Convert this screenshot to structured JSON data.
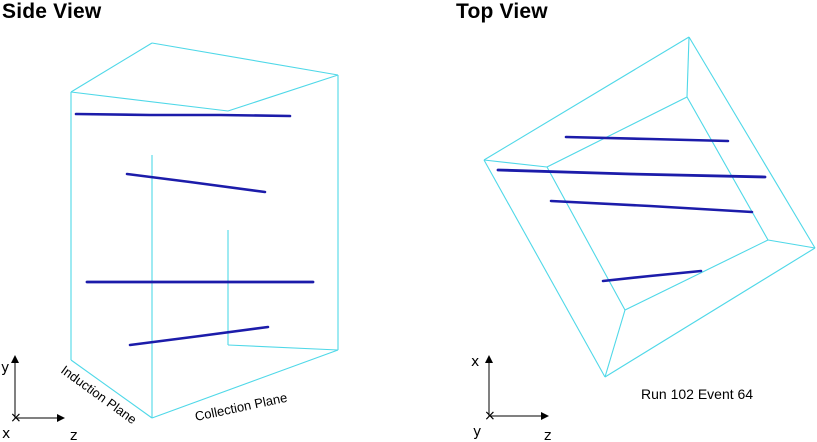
{
  "titles": {
    "side": "Side View",
    "top": "Top View"
  },
  "side_axes": {
    "vertical": "y",
    "horizontal": "z",
    "out": "x"
  },
  "top_axes": {
    "vertical": "x",
    "horizontal": "z",
    "out": "y"
  },
  "planes": {
    "induction": "Induction Plane",
    "collection": "Collection Plane"
  },
  "run_info": "Run 102 Event 64",
  "colors": {
    "wireframe": "#4fd8e8",
    "track": "#1c1caa",
    "text": "#000000"
  }
}
